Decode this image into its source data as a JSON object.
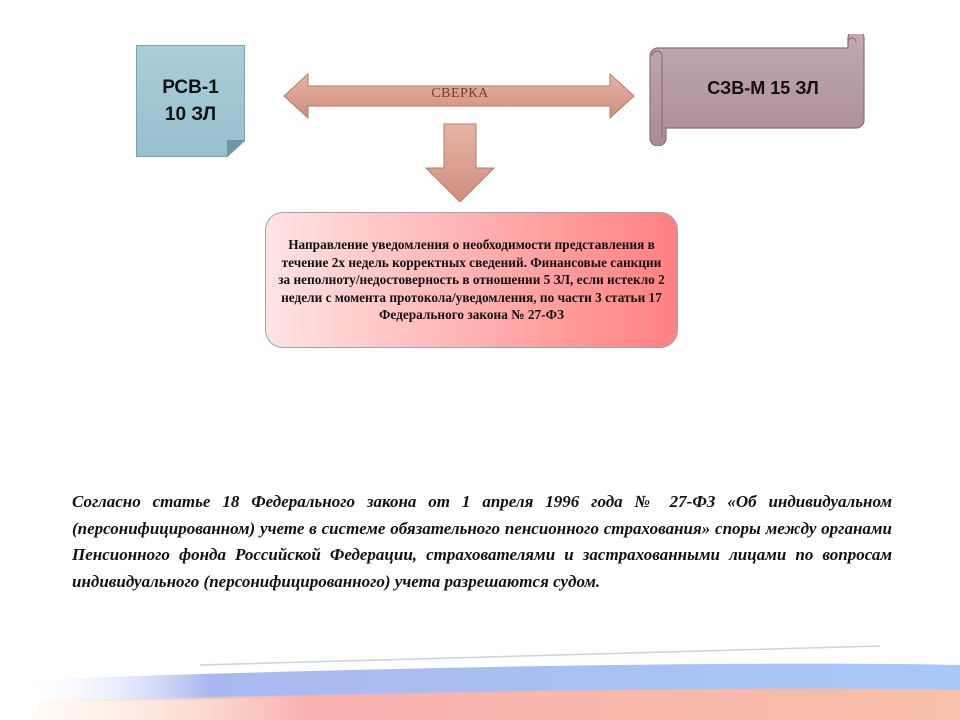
{
  "left_doc": {
    "line1": "РСВ-1",
    "line2": "10 ЗЛ"
  },
  "right_scroll": {
    "label": "СЗВ-М 15 ЗЛ"
  },
  "arrow_label": "СВЕРКА",
  "result_box": {
    "text": "Направление уведомления о необходимости представления в течение 2х недель корректных сведений. Финансовые санкции за неполноту/недостоверность в отношении 5 ЗЛ, если истекло 2 недели с момента протокола/уведомления, по части 3 статьи 17 Федерального закона № 27-ФЗ"
  },
  "footer_paragraph": "Согласно статье 18 Федерального закона от 1 апреля 1996 года № 27-ФЗ «Об индивидуальном (персонифицированном) учете в системе обязательного пенсионного страхования» споры между органами Пенсионного фонда Российской Федерации, страхователями и застрахованными лицами по вопросам индивидуального (персонифицированного) учета разрешаются судом.",
  "colors": {
    "doc": "#a9cdd9",
    "scroll": "#b59ba6",
    "arrow": "#d9a090",
    "box_end": "#ff8080"
  }
}
